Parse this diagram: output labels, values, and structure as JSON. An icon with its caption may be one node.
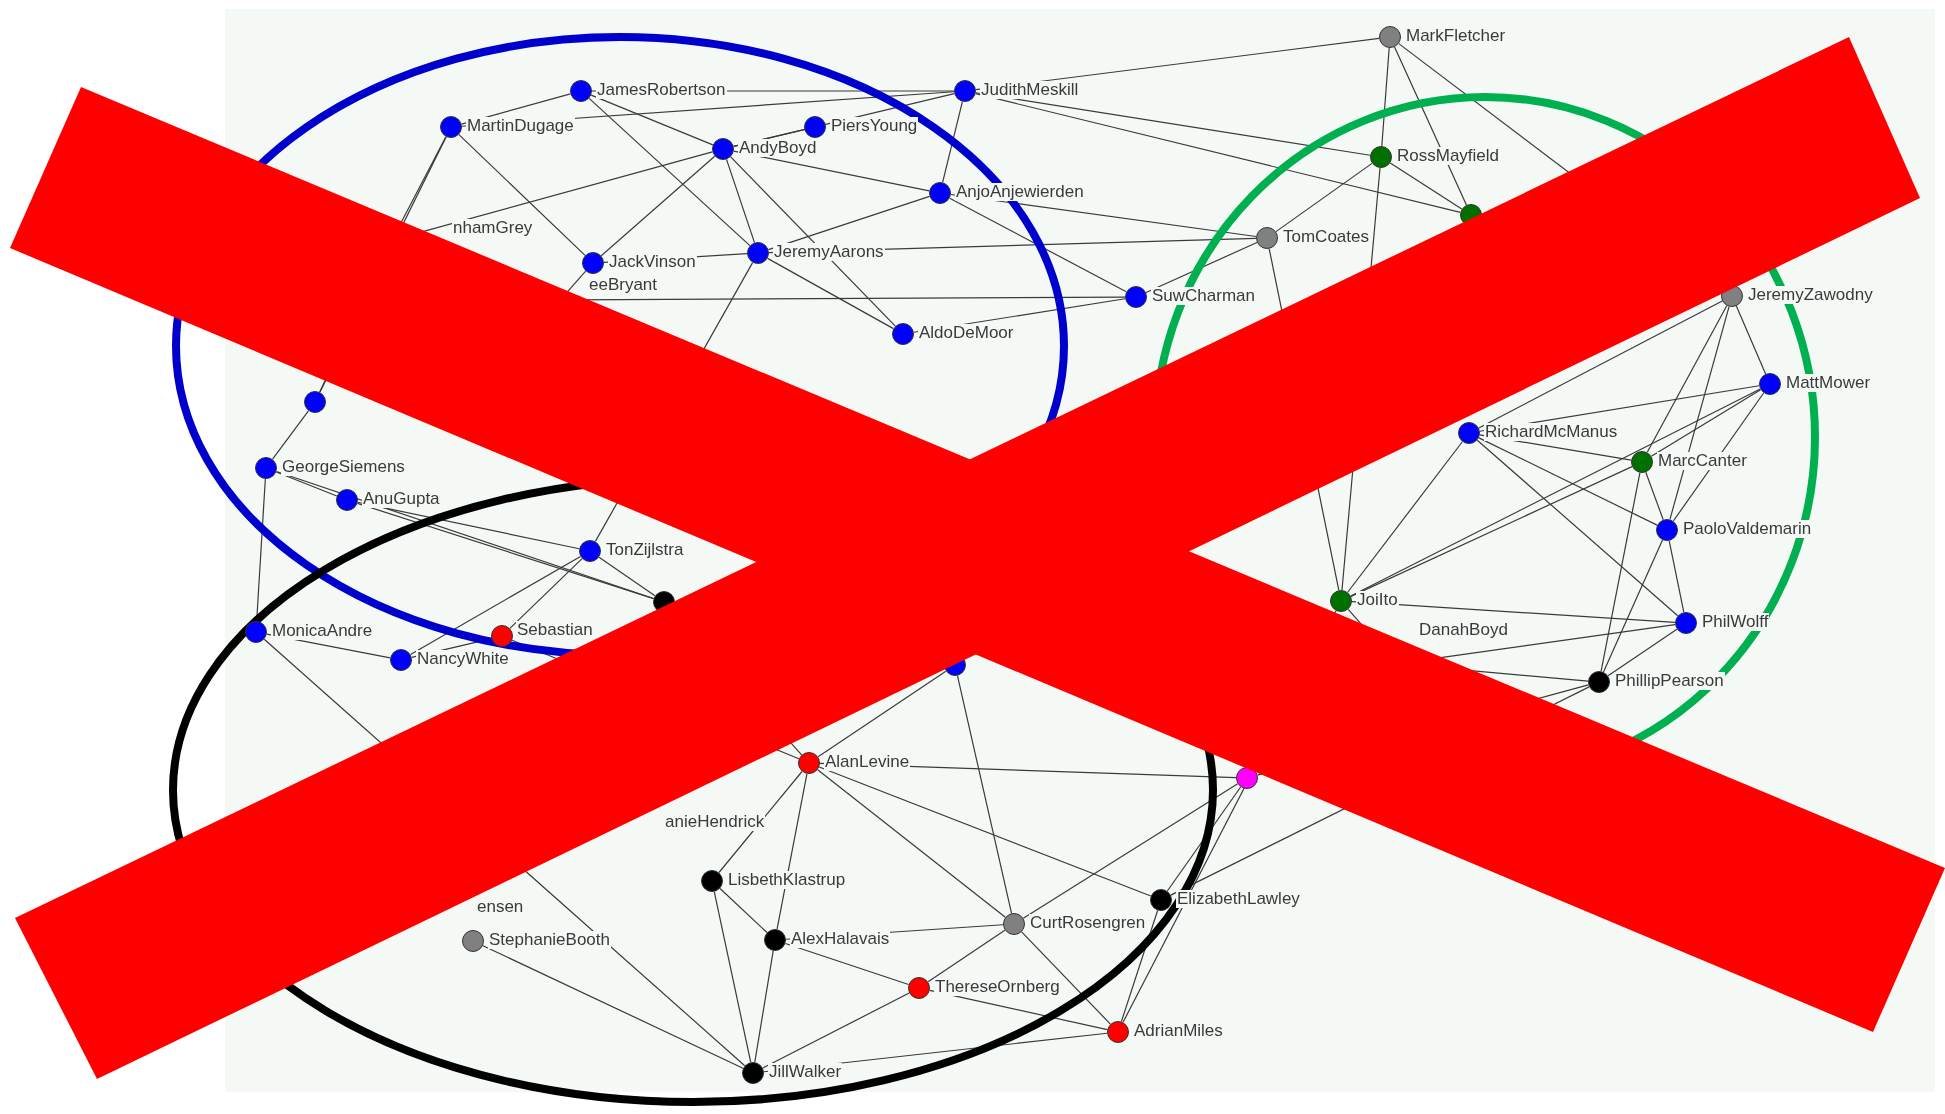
{
  "diagram": {
    "nodes": [
      {
        "text": [
          "MarkFletcher"
        ]
      },
      {
        "text": [
          "JamesRobertson"
        ]
      },
      {
        "text": [
          "JudithMeskill"
        ]
      },
      {
        "text": [
          "MartinDugage"
        ]
      },
      {
        "text": [
          "PiersYoung"
        ]
      },
      {
        "text": [
          "AndyBoyd"
        ]
      },
      {
        "text": [
          "RossMayfield"
        ]
      },
      {
        "text": [
          "AnjoAnjewierden"
        ]
      },
      {
        "text": [],
        "shape": "circle"
      },
      {
        "text": [
          "TomCoates"
        ]
      },
      {
        "text": [
          "nhamGrey"
        ]
      },
      {
        "text": [
          "JackVinson"
        ]
      },
      {
        "text": [
          "JeremyAarons"
        ]
      },
      {
        "text": [
          "eeBryant"
        ]
      },
      {
        "text": [
          "SuwCharman"
        ]
      },
      {
        "text": [
          "JeremyZawodny"
        ]
      },
      {
        "text": [
          "AldoDeMoor"
        ]
      },
      {
        "text": [
          "MattMower"
        ]
      },
      {
        "text": [],
        "shape": "circle"
      },
      {
        "text": [
          "RichardMcManus"
        ]
      },
      {
        "text": [
          "MarcCanter"
        ]
      },
      {
        "text": [
          "GeorgeSiemens"
        ]
      },
      {
        "text": [
          "AnuGupta"
        ]
      },
      {
        "text": [
          "PaoloValdemarin"
        ]
      },
      {
        "text": [
          "TonZijlstra"
        ]
      },
      {
        "text": [
          "JoiIto"
        ]
      },
      {
        "text": [],
        "shape": "circle"
      },
      {
        "text": [
          "PhilWolff"
        ]
      },
      {
        "text": [
          "MonicaAndre"
        ]
      },
      {
        "text": [
          "Sebastian"
        ]
      },
      {
        "text": [
          "DanahBoyd"
        ]
      },
      {
        "text": [
          "NancyWhite"
        ]
      },
      {
        "text": [],
        "shape": "circle"
      },
      {
        "text": [
          "PhillipPearson"
        ]
      },
      {
        "text": [
          "AlanLevine"
        ]
      },
      {
        "text": [],
        "shape": "circle"
      },
      {
        "text": [
          "anieHendrick"
        ]
      },
      {
        "text": [
          "LisbethKlastrup"
        ]
      },
      {
        "text": [
          "ensen"
        ]
      },
      {
        "text": [
          "ElizabethLawley"
        ]
      },
      {
        "text": [
          "CurtRosengren"
        ]
      },
      {
        "text": [
          "StephanieBooth"
        ]
      },
      {
        "text": [
          "AlexHalavais"
        ]
      },
      {
        "text": [
          "ThereseOrnberg"
        ]
      },
      {
        "text": [
          "AdrianMiles"
        ]
      },
      {
        "text": [
          "JillWalker"
        ]
      }
    ],
    "edges": [
      {
        "from": 2,
        "to": 0,
        "arrow": "none"
      },
      {
        "from": 1,
        "to": 2,
        "arrow": "none"
      },
      {
        "from": 1,
        "to": 3,
        "arrow": "none"
      },
      {
        "from": 1,
        "to": 5,
        "arrow": "none"
      },
      {
        "from": 1,
        "to": 12,
        "arrow": "none"
      },
      {
        "from": 3,
        "to": 2,
        "arrow": "none"
      },
      {
        "from": 3,
        "to": 11,
        "arrow": "none"
      },
      {
        "from": 3,
        "to": 10,
        "arrow": "none"
      },
      {
        "from": 3,
        "to": 18,
        "arrow": "none"
      },
      {
        "from": 5,
        "to": 10,
        "arrow": "none"
      },
      {
        "from": 5,
        "to": 11,
        "arrow": "none"
      },
      {
        "from": 5,
        "to": 12,
        "arrow": "none"
      },
      {
        "from": 5,
        "to": 2,
        "arrow": "none"
      },
      {
        "from": 4,
        "to": 5,
        "arrow": "none"
      },
      {
        "from": 2,
        "to": 7,
        "arrow": "none"
      },
      {
        "from": 2,
        "to": 6,
        "arrow": "none"
      },
      {
        "from": 2,
        "to": 8,
        "arrow": "none"
      },
      {
        "from": 5,
        "to": 7,
        "arrow": "none"
      },
      {
        "from": 5,
        "to": 16,
        "arrow": "none"
      },
      {
        "from": 7,
        "to": 9,
        "arrow": "none"
      },
      {
        "from": 7,
        "to": 14,
        "arrow": "none"
      },
      {
        "from": 7,
        "to": 12,
        "arrow": "none"
      },
      {
        "from": 12,
        "to": 16,
        "arrow": "none"
      },
      {
        "from": 12,
        "to": 9,
        "arrow": "none"
      },
      {
        "from": 12,
        "to": 11,
        "arrow": "none"
      },
      {
        "from": 12,
        "to": 24,
        "arrow": "none"
      },
      {
        "from": 14,
        "to": 16,
        "arrow": "none"
      },
      {
        "from": 9,
        "to": 14,
        "arrow": "none"
      },
      {
        "from": 0,
        "to": 6,
        "arrow": "none"
      },
      {
        "from": 0,
        "to": 8,
        "arrow": "none"
      },
      {
        "from": 0,
        "to": 15,
        "arrow": "none"
      },
      {
        "from": 6,
        "to": 9,
        "arrow": "none"
      },
      {
        "from": 6,
        "to": 25,
        "arrow": "none"
      },
      {
        "from": 6,
        "to": 8,
        "arrow": "none"
      },
      {
        "from": 9,
        "to": 25,
        "arrow": "none"
      },
      {
        "from": 15,
        "to": 17,
        "arrow": "none"
      },
      {
        "from": 15,
        "to": 20,
        "arrow": "none"
      },
      {
        "from": 15,
        "to": 23,
        "arrow": "none"
      },
      {
        "from": 15,
        "to": 19,
        "arrow": "none"
      },
      {
        "from": 17,
        "to": 19,
        "arrow": "none"
      },
      {
        "from": 17,
        "to": 20,
        "arrow": "none"
      },
      {
        "from": 17,
        "to": 23,
        "arrow": "none"
      },
      {
        "from": 17,
        "to": 25,
        "arrow": "none"
      },
      {
        "from": 19,
        "to": 20,
        "arrow": "none"
      },
      {
        "from": 19,
        "to": 23,
        "arrow": "none"
      },
      {
        "from": 19,
        "to": 27,
        "arrow": "none"
      },
      {
        "from": 19,
        "to": 25,
        "arrow": "none"
      },
      {
        "from": 20,
        "to": 23,
        "arrow": "none"
      },
      {
        "from": 20,
        "to": 33,
        "arrow": "none"
      },
      {
        "from": 20,
        "to": 25,
        "arrow": "none"
      },
      {
        "from": 23,
        "to": 27,
        "arrow": "none"
      },
      {
        "from": 23,
        "to": 33,
        "arrow": "none"
      },
      {
        "from": 27,
        "to": 33,
        "arrow": "none"
      },
      {
        "from": 27,
        "to": 30,
        "arrow": "none"
      },
      {
        "from": 33,
        "to": 30,
        "arrow": "none"
      },
      {
        "from": 33,
        "to": 35,
        "arrow": "none"
      },
      {
        "from": 25,
        "to": 30,
        "arrow": "none"
      },
      {
        "from": 25,
        "to": 27,
        "arrow": "none"
      },
      {
        "from": 35,
        "to": 34,
        "arrow": "none"
      },
      {
        "from": 35,
        "to": 40,
        "arrow": "none"
      },
      {
        "from": 35,
        "to": 39,
        "arrow": "none"
      },
      {
        "from": 44,
        "to": 39,
        "arrow": "none"
      },
      {
        "from": 39,
        "to": 33,
        "arrow": "none"
      },
      {
        "from": 44,
        "to": 25,
        "arrow": "none"
      },
      {
        "from": 34,
        "to": 40,
        "arrow": "none"
      },
      {
        "from": 34,
        "to": 42,
        "arrow": "none"
      },
      {
        "from": 34,
        "to": 39,
        "arrow": "none"
      },
      {
        "from": 34,
        "to": 37,
        "arrow": "none"
      },
      {
        "from": 32,
        "to": 40,
        "arrow": "none"
      },
      {
        "from": 40,
        "to": 42,
        "arrow": "none"
      },
      {
        "from": 40,
        "to": 43,
        "arrow": "none"
      },
      {
        "from": 40,
        "to": 44,
        "arrow": "none"
      },
      {
        "from": 43,
        "to": 42,
        "arrow": "none"
      },
      {
        "from": 43,
        "to": 45,
        "arrow": "none"
      },
      {
        "from": 43,
        "to": 44,
        "arrow": "none"
      },
      {
        "from": 45,
        "to": 44,
        "arrow": "none"
      },
      {
        "from": 45,
        "to": 37,
        "arrow": "none"
      },
      {
        "from": 45,
        "to": 42,
        "arrow": "none"
      },
      {
        "from": 45,
        "to": 41,
        "arrow": "none"
      },
      {
        "from": 45,
        "to": 28,
        "arrow": "none"
      },
      {
        "from": 37,
        "to": 42,
        "arrow": "none"
      },
      {
        "from": 28,
        "to": 21,
        "arrow": "none"
      },
      {
        "from": 28,
        "to": 31,
        "arrow": "none"
      },
      {
        "from": 31,
        "to": 29,
        "arrow": "none"
      },
      {
        "from": 21,
        "to": 18,
        "arrow": "none"
      },
      {
        "from": 21,
        "to": 22,
        "arrow": "none"
      },
      {
        "from": 21,
        "to": 26,
        "arrow": "none"
      },
      {
        "from": 22,
        "to": 24,
        "arrow": "none"
      },
      {
        "from": 22,
        "to": 26,
        "arrow": "none"
      },
      {
        "from": 24,
        "to": 26,
        "arrow": "none"
      },
      {
        "from": 24,
        "to": 29,
        "arrow": "none"
      },
      {
        "from": 18,
        "to": 10,
        "arrow": "none"
      },
      {
        "from": 11,
        "to": 13,
        "arrow": "none"
      },
      {
        "from": 13,
        "to": 14,
        "arrow": "none"
      },
      {
        "from": 31,
        "to": 24,
        "arrow": "none"
      },
      {
        "from": 26,
        "to": 34,
        "arrow": "none"
      },
      {
        "from": 29,
        "to": 34,
        "arrow": "none"
      },
      {
        "from": 32,
        "to": 34,
        "arrow": "none"
      }
    ]
  }
}
